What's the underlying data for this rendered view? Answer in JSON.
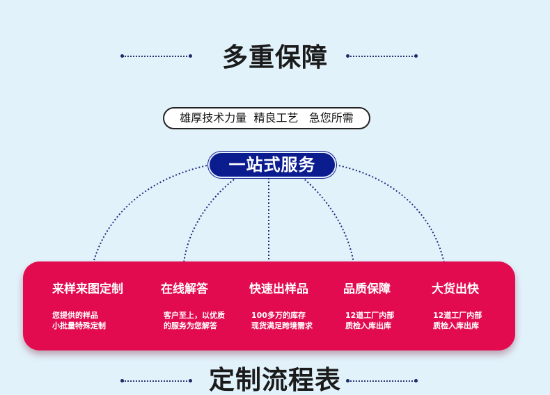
{
  "sections": {
    "guarantee_title": "多重保障",
    "process_title": "定制流程表"
  },
  "slogan": "雄厚技术力量  精良工艺   急您所需",
  "service_label": "一站式服务",
  "features": [
    {
      "title": "来样来图定制",
      "lines": [
        "您提供的样品",
        "小批量特殊定制"
      ]
    },
    {
      "title": "在线解答",
      "lines": [
        "客户至上，以优质",
        "的服务为您解答"
      ]
    },
    {
      "title": "快速出样品",
      "lines": [
        "100多万的库存",
        "现货满足跨境需求"
      ]
    },
    {
      "title": "品质保障",
      "lines": [
        "12道工厂内部",
        "质检入库出库"
      ]
    },
    {
      "title": "大货出快",
      "lines": [
        "12道工厂内部",
        "质检入库出库"
      ]
    }
  ],
  "colors": {
    "background": "#e2f2fb",
    "accent_red": "#e30b4f",
    "accent_navy": "#0a1c8e"
  }
}
